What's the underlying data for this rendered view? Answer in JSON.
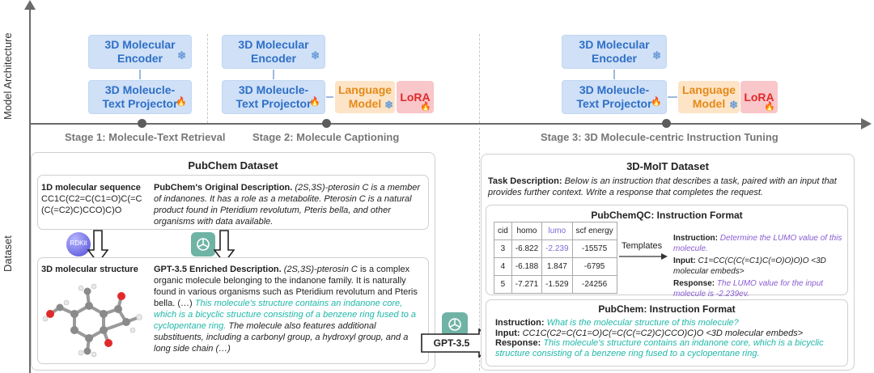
{
  "axes": {
    "y_top_label": "Model Architecture",
    "y_bottom_label": "Dataset"
  },
  "stages": {
    "stage1": "Stage 1: Molecule-Text Retrieval",
    "stage2": "Stage 2: Molecule Captioning",
    "stage3": "Stage 3: 3D Molecule-centric Instruction Tuning"
  },
  "architecture": {
    "encoder_label": "3D Molecular Encoder",
    "projector_label": "3D Moleucle-Text Projector",
    "lm_label": "Language Model",
    "lora_label": "LoRA"
  },
  "pubchem": {
    "title": "PubChem Dataset",
    "seq_heading": "1D molecular sequence",
    "seq_value": "CC1C(C2=C(C1=O)C(=C(C(=C2)C)CCO)C)O",
    "orig_heading": "PubChem's Original Description.",
    "orig_name": "(2S,3S)-pterosin C",
    "orig_text": "is a member of indanones. It has a role as a metabolite. Pterosin C is a natural product found in Pteridium revolutum, Pteris bella, and other organisms with data available.",
    "rdkit_label": "RDKit",
    "struct_heading": "3D molecular structure",
    "enriched_heading": "GPT-3.5 Enriched Description.",
    "enriched_name": "(2S,3S)-pterosin C",
    "enriched_text_1": "is a complex organic molecule belonging to the indanone family. It is naturally found in various organisms such as Pteridium revolutum and Pteris bella. (…)",
    "enriched_text_teal": "This molecule's structure contains an indanone core, which is a bicyclic structure consisting of a benzene ring fused to a cyclopentane ring.",
    "enriched_text_2": "The molecule also features additional substituents, including a carbonyl group, a hydroxyl group, and a long side chain (…)"
  },
  "gpt_arrow_label": "GPT-3.5",
  "moliit": {
    "title": "3D-MoIT Dataset",
    "task_heading": "Task Description:",
    "task_text": "Below is an instruction that describes a task, paired with an input that provides further context. Write a response that completes the request.",
    "qc_title": "PubChemQC: Instruction Format",
    "table_headers": [
      "cid",
      "homo",
      "lumo",
      "scf energy"
    ],
    "table_rows": [
      [
        "3",
        "-6.822",
        "-2.239",
        "-15575"
      ],
      [
        "4",
        "-6.188",
        "1.847",
        "-6795"
      ],
      [
        "5",
        "-7.271",
        "-1.529",
        "-24256"
      ]
    ],
    "templates_label": "Templates",
    "qc_instr_heading": "Instruction:",
    "qc_instr_text": "Determine the LUMO value of this molecule.",
    "qc_input_heading": "Input:",
    "qc_input_text": "C1=CC(C(C(=C1)C(=O)O)O)O <3D molecular embeds>",
    "qc_resp_heading": "Response:",
    "qc_resp_text": "The LUMO value for the input molecule is -2.239ev.",
    "pc_title": "PubChem: Instruction Format",
    "pc_instr_heading": "Instruction:",
    "pc_instr_text": "What is the molecular structure of this molecule?",
    "pc_input_heading": "Input:",
    "pc_input_text": "CC1C(C2=C(C1=O)C(=C(C(=C2)C)CCO)C)O <3D molecular embeds>",
    "pc_resp_heading": "Response:",
    "pc_resp_text": "This molecule's structure contains an indanone core, which is a bicyclic structure consisting of a benzene ring fused to a cyclopentane ring."
  },
  "colors": {
    "encoder_blue": "#cfe0f7",
    "lm_orange": "#fde4c6",
    "lora_red": "#f9c6ca",
    "teal_text": "#1fb8a8",
    "purple_text": "#8a5bd0"
  }
}
